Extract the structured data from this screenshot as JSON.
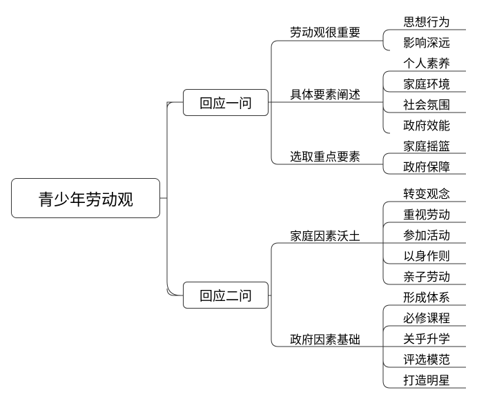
{
  "root": "青少年劳动观",
  "branches": [
    {
      "label": "回应一问",
      "groups": [
        {
          "label": "劳动观很重要",
          "items": [
            "思想行为",
            "影响深远"
          ]
        },
        {
          "label": "具体要素阐述",
          "items": [
            "个人素养",
            "家庭环境",
            "社会氛围",
            "政府效能"
          ]
        },
        {
          "label": "选取重点要素",
          "items": [
            "家庭摇篮",
            "政府保障"
          ]
        }
      ]
    },
    {
      "label": "回应二问",
      "groups": [
        {
          "label": "家庭因素沃土",
          "items": [
            "转变观念",
            "重视劳动",
            "参加活动",
            "以身作则",
            "亲子劳动"
          ]
        },
        {
          "label": "政府因素基础",
          "items": [
            "形成体系",
            "必修课程",
            "关乎升学",
            "评选模范",
            "打造明星"
          ]
        }
      ]
    }
  ],
  "colors": {
    "line": "#333333",
    "text": "#000000",
    "background": "#ffffff"
  }
}
